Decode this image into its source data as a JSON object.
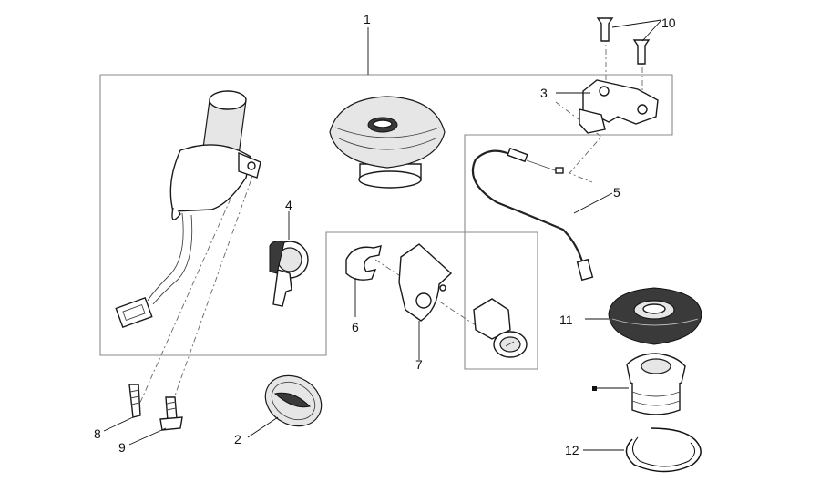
{
  "callouts": {
    "c1": "1",
    "c2": "2",
    "c3": "3",
    "c4": "4",
    "c5": "5",
    "c6": "6",
    "c7": "7",
    "c8": "8",
    "c9": "9",
    "c10": "10",
    "c11": "11",
    "c12": "12"
  },
  "icons": {
    "ignition_switch": "ignition-switch-icon",
    "fuel_cap": "fuel-cap-icon",
    "key": "key-icon",
    "badge": "emblem-badge-icon",
    "cable": "cable-icon",
    "clip": "spring-clip-icon",
    "bracket": "lock-bracket-icon",
    "lock_cylinder": "lock-cylinder-icon",
    "screw": "screw-icon",
    "circlip": "circlip-icon"
  }
}
